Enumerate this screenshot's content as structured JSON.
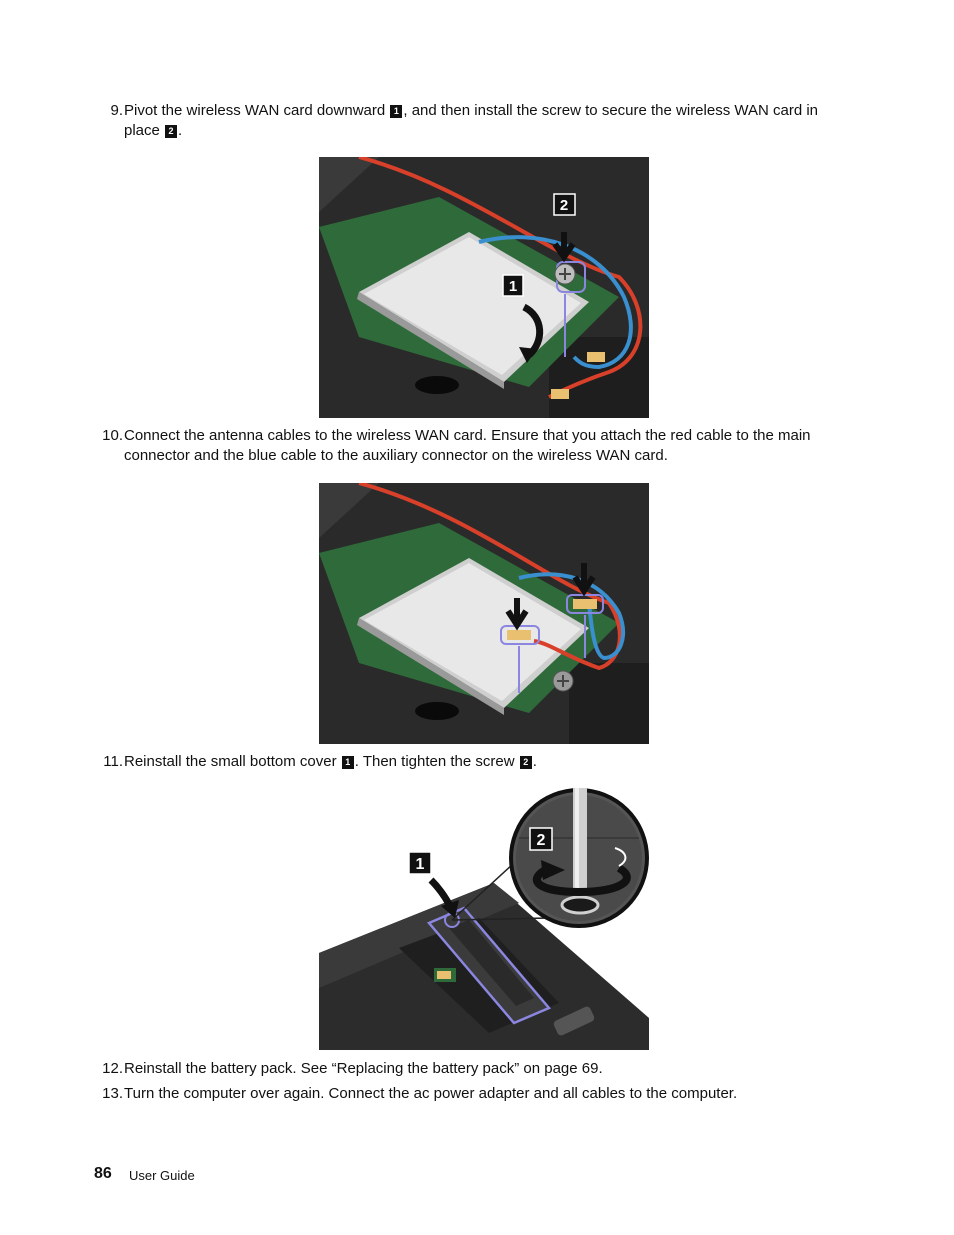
{
  "steps": [
    {
      "num": "9.",
      "parts": [
        "Pivot the wireless WAN card downward ",
        "1",
        ", and then install the screw to secure the wireless WAN card in place ",
        "2",
        "."
      ]
    },
    {
      "num": "10.",
      "text": "Connect the antenna cables to the wireless WAN card. Ensure that you attach the red cable to the main connector and the blue cable to the auxiliary connector on the wireless WAN card."
    },
    {
      "num": "11.",
      "parts": [
        "Reinstall the small bottom cover ",
        "1",
        ". Then tighten the screw ",
        "2",
        "."
      ]
    },
    {
      "num": "12.",
      "text": "Reinstall the battery pack. See “Replacing the battery pack” on page 69."
    },
    {
      "num": "13.",
      "text": "Turn the computer over again. Connect the ac power adapter and all cables to the computer."
    }
  ],
  "figures": {
    "fig1": {
      "callout_1": "1",
      "callout_2": "2"
    },
    "fig3": {
      "callout_1": "1",
      "callout_2": "2"
    }
  },
  "footer": {
    "page_number": "86",
    "label": "User Guide"
  },
  "colors": {
    "red_cable": "#d8402a",
    "blue_cable": "#3a8fcf",
    "highlight": "#8b86e0",
    "card": "#e4e4e4",
    "board": "#2f6b3a"
  }
}
